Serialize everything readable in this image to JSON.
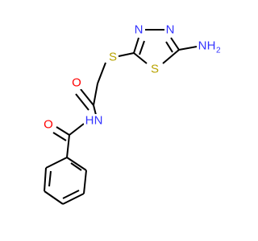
{
  "molecule": {
    "atoms": [
      {
        "id": "N1",
        "label": "N",
        "color": "#3333ff"
      },
      {
        "id": "N2",
        "label": "N",
        "color": "#3333ff"
      },
      {
        "id": "S1",
        "label": "S",
        "color": "#b8a300"
      },
      {
        "id": "NH2",
        "label": "H",
        "sub": "2",
        "prefix": "N",
        "color": "#3333ff"
      },
      {
        "id": "S2",
        "label": "S",
        "color": "#b8a300"
      },
      {
        "id": "O1",
        "label": "O",
        "color": "#ff0000"
      },
      {
        "id": "NH",
        "label": "N",
        "sub_label": "H",
        "color": "#3333ff"
      },
      {
        "id": "O2",
        "label": "O",
        "color": "#ff0000"
      }
    ]
  }
}
